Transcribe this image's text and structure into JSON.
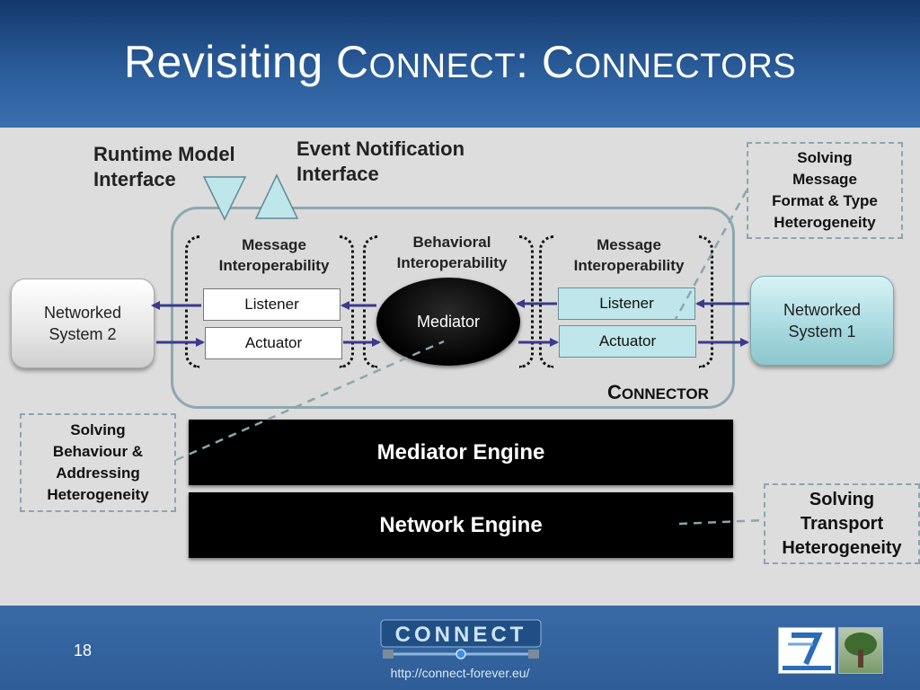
{
  "slide": {
    "title_prefix": "Revisiting C",
    "title_sc1": "ONNECT",
    "title_mid": ": C",
    "title_sc2": "ONNECTORS",
    "number": "18",
    "footer_url": "http://connect-forever.eu/",
    "logo_text": "CONNECT"
  },
  "interfaces": {
    "runtime_line1": "Runtime Model",
    "runtime_line2": "Interface",
    "event_line1": "Event Notification",
    "event_line2": "Interface"
  },
  "connector": {
    "label_c": "C",
    "label_rest": "ONNECTOR",
    "label_end": "",
    "left_section": [
      "Message",
      "Interoperability"
    ],
    "middle_section": [
      "Behavioral",
      "Interoperability"
    ],
    "right_section": [
      "Message",
      "Interoperability"
    ],
    "listener": "Listener",
    "actuator": "Actuator",
    "mediator": "Mediator"
  },
  "systems": {
    "left": [
      "Networked",
      "System 2"
    ],
    "right": [
      "Networked",
      "System 1"
    ]
  },
  "engines": {
    "mediator": "Mediator Engine",
    "network": "Network Engine"
  },
  "callouts": {
    "message": [
      "Solving",
      "Message",
      "Format & Type",
      "Heterogeneity"
    ],
    "behaviour": [
      "Solving",
      "Behaviour &",
      "Addressing",
      "Heterogeneity"
    ],
    "transport": [
      "Solving",
      "Transport",
      "Heterogeneity"
    ]
  },
  "colors": {
    "header_blue": "#2a5c9a",
    "cyan_box": "#bfe6ea",
    "arrow": "#3a3a8a",
    "dashed_line": "#8aa6ad"
  }
}
